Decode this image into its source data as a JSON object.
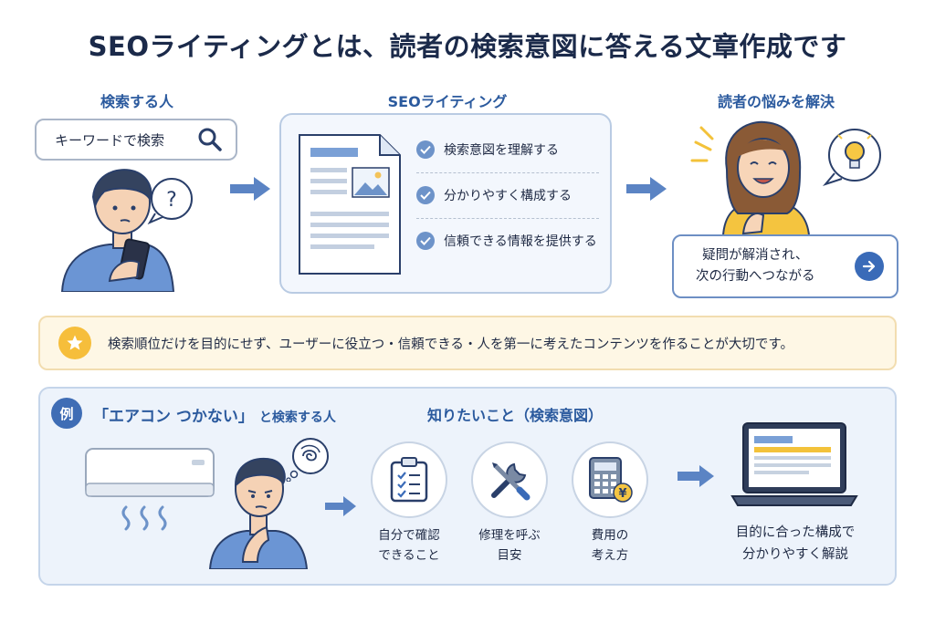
{
  "title": "SEOライティングとは、読者の検索意図に答える文章作成です",
  "top": {
    "searcher_heading": "検索する人",
    "search_placeholder": "キーワードで検索",
    "question_mark": "?",
    "writing_heading": "SEOライティング",
    "checklist": [
      "検索意図を理解する",
      "分かりやすく構成する",
      "信頼できる情報を提供する"
    ],
    "reader_heading": "読者の悩みを解決",
    "resolve_text_line1": "疑問が解消され、",
    "resolve_text_line2": "次の行動へつながる"
  },
  "tip": {
    "text": "検索順位だけを目的にせず、ユーザーに役立つ・信頼できる・人を第一に考えたコンテンツを作ることが大切です。"
  },
  "example": {
    "badge": "例",
    "query_quote": "「エアコン つかない」",
    "query_suffix": "と検索する人",
    "intent_heading": "知りたいこと（検索意図）",
    "intents": [
      {
        "line1": "自分で確認",
        "line2": "できること",
        "icon": "clipboard-icon"
      },
      {
        "line1": "修理を呼ぶ",
        "line2": "目安",
        "icon": "tools-icon"
      },
      {
        "line1": "費用の",
        "line2": "考え方",
        "icon": "calculator-icon"
      }
    ],
    "yen": "¥",
    "result_line1": "目的に合った構成で",
    "result_line2": "分かりやすく解説"
  },
  "colors": {
    "accent": "#2b5a9e",
    "arrow": "#5b84c4",
    "tip_bg": "#fef7e5",
    "star": "#f6be3b"
  }
}
